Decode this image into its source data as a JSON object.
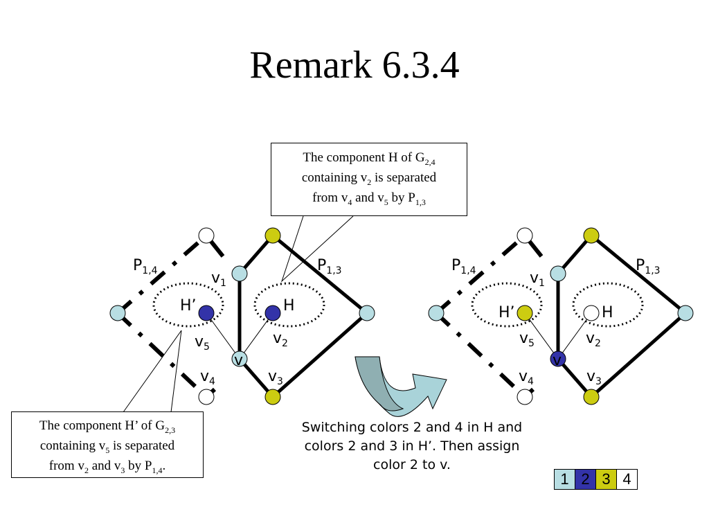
{
  "title": "Remark 6.3.4",
  "colors": {
    "color1": "#B8DEE3",
    "color2": "#3333A8",
    "color3": "#CCCC11",
    "color4": "#FFFFFF",
    "arrow_fill": "#A9D3D9",
    "arrow_dark": "#8FAFB2"
  },
  "callout_top": {
    "line1_pre": "The component H of G",
    "line1_sub": "2,4",
    "line2_pre": "containing v",
    "line2_sub": "2",
    "line2_post": " is separated",
    "line3_pre": "from v",
    "line3_sub1": "4",
    "line3_mid": " and v",
    "line3_sub2": "5",
    "line3_mid2": " by P",
    "line3_sub3": "1,3"
  },
  "callout_bottom": {
    "line1_pre": "The component H’ of G",
    "line1_sub": "2,3",
    "line2_pre": "containing v",
    "line2_sub": "5",
    "line2_post": " is separated",
    "line3_pre": "from v",
    "line3_sub1": "2",
    "line3_mid": " and v",
    "line3_sub2": "3",
    "line3_mid2": " by P",
    "line3_sub3": "1,4",
    "line3_post": "."
  },
  "labels": {
    "p14": "P",
    "p14_sub": "1,4",
    "p13": "P",
    "p13_sub": "1,3",
    "v": "v",
    "v1_sub": "1",
    "v2_sub": "2",
    "v3_sub": "3",
    "v4_sub": "4",
    "v5_sub": "5",
    "h": "H",
    "h_prime": "H’"
  },
  "caption": {
    "line1": "Switching colors 2 and 4 in H and",
    "line2": "colors 2 and 3 in H’. Then assign",
    "line3": "color 2 to v."
  },
  "legend": [
    "1",
    "2",
    "3",
    "4"
  ]
}
